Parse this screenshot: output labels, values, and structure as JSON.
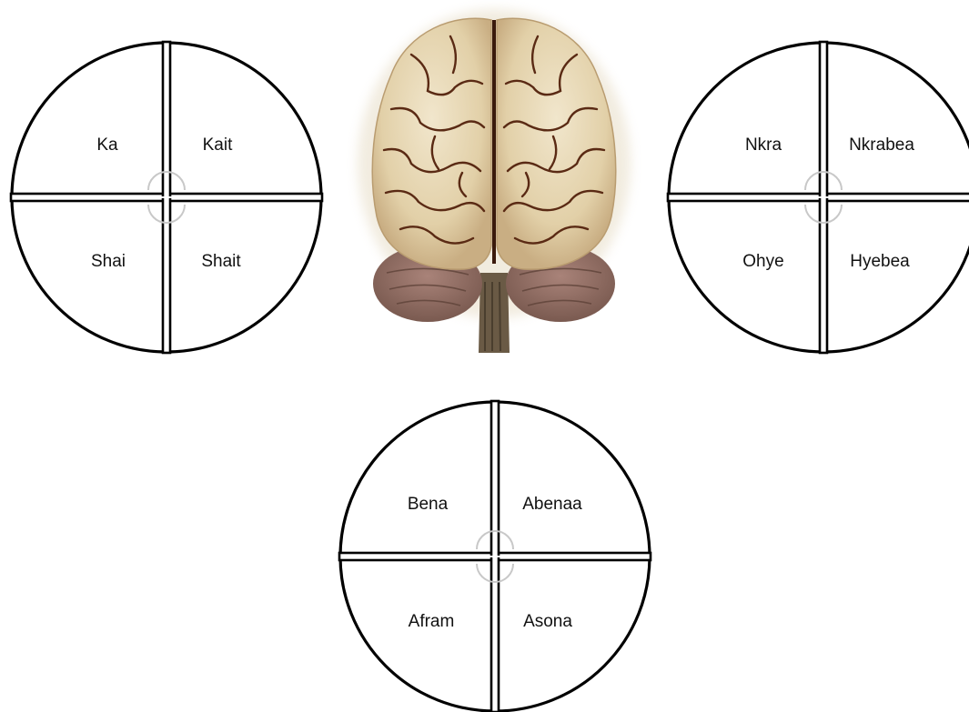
{
  "circles": [
    {
      "id": "left",
      "quadrants": [
        "Ka",
        "Kait",
        "Shai",
        "Shait"
      ]
    },
    {
      "id": "right",
      "quadrants": [
        "Nkra",
        "Nkrabea",
        "Ohye",
        "Hyebea"
      ]
    },
    {
      "id": "bottom",
      "quadrants": [
        "Bena",
        "Abenaa",
        "Afram",
        "Asona"
      ]
    }
  ],
  "brain": {
    "icon": "brain-illustration"
  },
  "colors": {
    "stroke": "#000000",
    "text": "#111111",
    "brain_main": "#e6d7b4",
    "brain_groove": "#5a2a14",
    "cerebellum": "#8c6b62",
    "stem": "#6a5a45"
  }
}
